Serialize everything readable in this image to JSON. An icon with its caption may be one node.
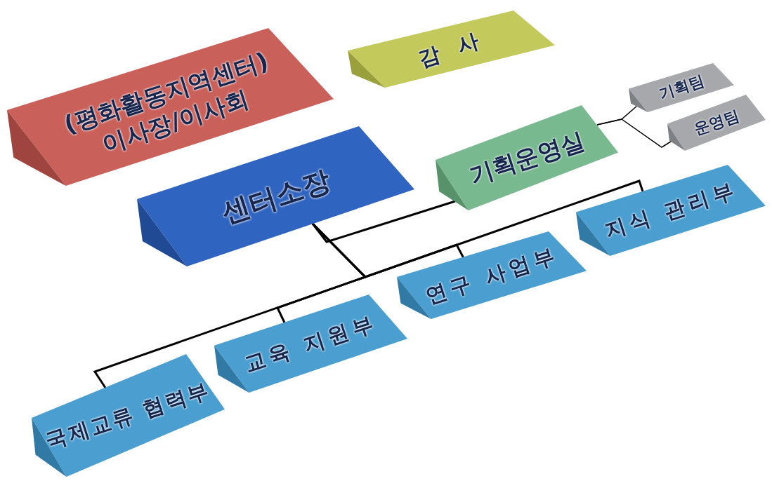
{
  "diagram": {
    "nodes": [
      {
        "text": [
          "감 사"
        ]
      },
      {
        "text": [
          "(평화활동지역센터) 이사장/이사회"
        ]
      },
      {
        "text": [
          "센터소장"
        ]
      },
      {
        "text": [
          "기획운영실"
        ]
      },
      {
        "text": [
          "기획팀"
        ]
      },
      {
        "text": [
          "운영팀"
        ]
      },
      {
        "text": [
          "지식 관리부"
        ]
      },
      {
        "text": [
          "연구 사업부"
        ]
      },
      {
        "text": [
          "교육 지원부"
        ]
      },
      {
        "text": [
          "국제교류 협력부"
        ]
      }
    ],
    "edges": [
      {
        "from": 2,
        "to": 3,
        "arrow": "none"
      },
      {
        "from": 2,
        "to": 9,
        "arrow": "none"
      },
      {
        "from": 2,
        "to": 8,
        "arrow": "none"
      },
      {
        "from": 2,
        "to": 7,
        "arrow": "none"
      },
      {
        "from": 2,
        "to": 6,
        "arrow": "none"
      },
      {
        "from": 3,
        "to": 4,
        "arrow": "none"
      },
      {
        "from": 3,
        "to": 5,
        "arrow": "none"
      }
    ]
  }
}
